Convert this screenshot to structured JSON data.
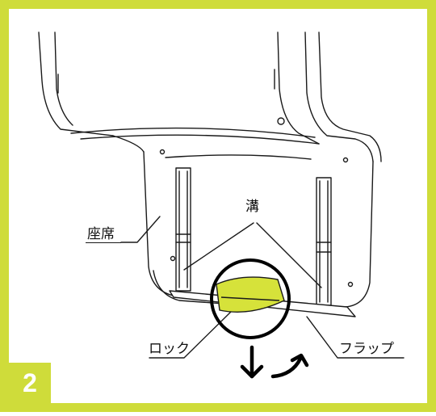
{
  "step": {
    "number": "2"
  },
  "labels": {
    "seat": "座席",
    "groove": "溝",
    "lock": "ロック",
    "flap": "フラップ"
  },
  "colors": {
    "border": "#cfdc3a",
    "accent": "#d6e23a",
    "line": "#1a1a1a"
  }
}
